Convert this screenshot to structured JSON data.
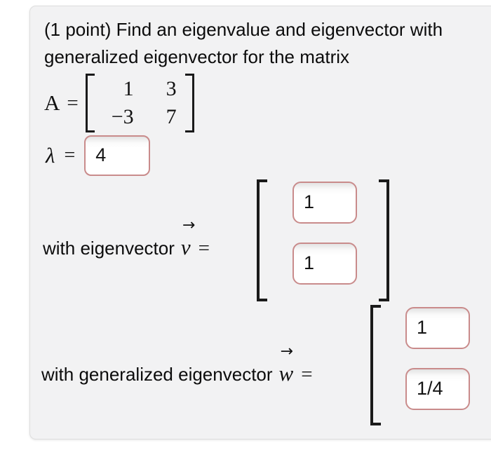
{
  "problem": {
    "statement": "(1 point) Find an eigenvalue and eigenvector with generalized eigenvector for the matrix",
    "matrix": {
      "name": "A",
      "equals": "=",
      "entries": [
        [
          "1",
          "3"
        ],
        [
          "−3",
          "7"
        ]
      ]
    },
    "lambda": {
      "symbol": "λ",
      "equals": "=",
      "input_value": "4"
    },
    "eigenvector": {
      "label": "with eigenvector",
      "symbol": "v",
      "arrow": "→",
      "equals": "=",
      "inputs": [
        "1",
        "1"
      ]
    },
    "generalized_eigenvector": {
      "label": "with generalized eigenvector",
      "symbol": "w",
      "arrow": "→",
      "equals": "=",
      "inputs": [
        "1",
        "1/4"
      ]
    }
  },
  "colors": {
    "input_border": "#c98b8b",
    "card_bg": "#f2f2f3",
    "text": "#111111",
    "bracket": "#1a1a1a"
  }
}
